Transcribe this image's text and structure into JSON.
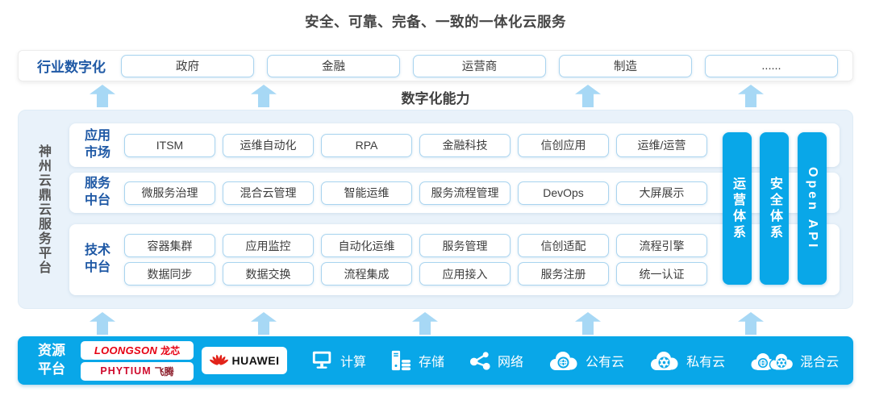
{
  "title": "安全、可靠、完备、一致的一体化云服务",
  "industry": {
    "label": "行业数字化",
    "items": [
      "政府",
      "金融",
      "运营商",
      "制造",
      "......"
    ]
  },
  "capability_label": "数字化能力",
  "platform": {
    "side_label": "神州云鼎云服务平台",
    "rows": [
      {
        "label": "应用市场",
        "items": [
          "ITSM",
          "运维自动化",
          "RPA",
          "金融科技",
          "信创应用",
          "运维/运营"
        ]
      },
      {
        "label": "服务中台",
        "items": [
          "微服务治理",
          "混合云管理",
          "智能运维",
          "服务流程管理",
          "DevOps",
          "大屏展示"
        ]
      },
      {
        "label": "技术中台",
        "items_top": [
          "容器集群",
          "应用监控",
          "自动化运维",
          "服务管理",
          "信创适配",
          "流程引擎"
        ],
        "items_bottom": [
          "数据同步",
          "数据交换",
          "流程集成",
          "应用接入",
          "服务注册",
          "统一认证"
        ]
      }
    ],
    "pillars": [
      "运营体系",
      "安全体系",
      "Open API"
    ]
  },
  "resources": {
    "label": "资源平台",
    "vendors": {
      "loongson_en": "LOONGSON",
      "loongson_cn": "龙芯",
      "phytium_en": "PHYTIUM",
      "phytium_cn": "飞腾",
      "huawei": "HUAWEI"
    },
    "items": [
      {
        "icon": "compute-icon",
        "label": "计算"
      },
      {
        "icon": "storage-icon",
        "label": "存储"
      },
      {
        "icon": "network-icon",
        "label": "网络"
      },
      {
        "icon": "public-cloud-icon",
        "label": "公有云"
      },
      {
        "icon": "private-cloud-icon",
        "label": "私有云"
      },
      {
        "icon": "hybrid-cloud-icon",
        "label": "混合云"
      }
    ]
  },
  "colors": {
    "accent_cyan": "#09a7e8",
    "arrow_blue": "#a7d8f5",
    "box_border_blue": "#a9d4ef",
    "label_blue": "#1f59a5",
    "panel_bg": "#e9f2fa",
    "title_text": "#454545",
    "logo_red": "#e2231a"
  }
}
